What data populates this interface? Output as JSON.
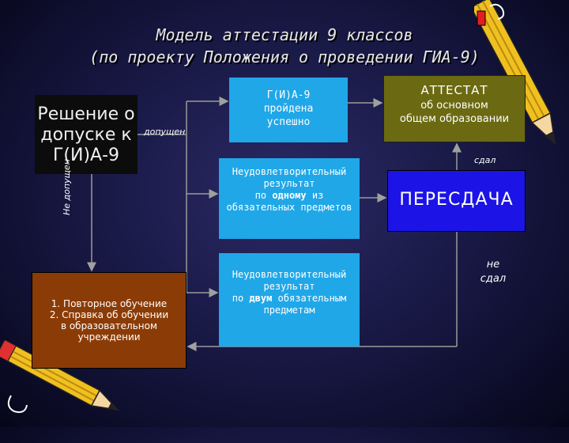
{
  "title": {
    "line1": "Модель аттестации 9 классов",
    "line2": "(по проекту Положения о проведении ГИА-9)"
  },
  "decision": {
    "line1": "Решение о",
    "line2": "допуске к",
    "line3": "Г(И)А-9"
  },
  "labels": {
    "admitted": "допущен",
    "not_admitted": "Не допущен",
    "passed": "сдал",
    "not_passed_1": "не",
    "not_passed_2": "сдал"
  },
  "success": {
    "line1": "Г(И)А-9",
    "line2": "пройдена",
    "line3": "успешно"
  },
  "certificate": {
    "heading": "АТТЕСТАТ",
    "line1": "об основном",
    "line2": "общем образовании"
  },
  "fail_one": {
    "line1": "Неудовлетворительный",
    "line2": "результат",
    "line3_pre": "по ",
    "line3_bold": "одному",
    "line3_post": " из",
    "line4": "обязательных предметов"
  },
  "fail_two": {
    "line1": "Неудовлетворительный",
    "line2": "результат",
    "line3_pre": "по ",
    "line3_bold": "двум",
    "line3_post": " обязательным",
    "line4": "предметам"
  },
  "retake": {
    "label": "ПЕРЕСДАЧА"
  },
  "repeat": {
    "item1": "1.   Повторное обучение",
    "item2": "2.   Справка об обучении",
    "item3": "в образовательном",
    "item4": "учреждении"
  },
  "colors": {
    "success_box": "#20a7e8",
    "certificate_box": "#6b6a12",
    "retake_box": "#1c14e6",
    "repeat_box": "#8b3c06",
    "decision_box": "#0c0c0c"
  },
  "decor": {
    "pencil_top_right": "pencil-icon",
    "pencil_bottom_left": "pencil-icon"
  }
}
